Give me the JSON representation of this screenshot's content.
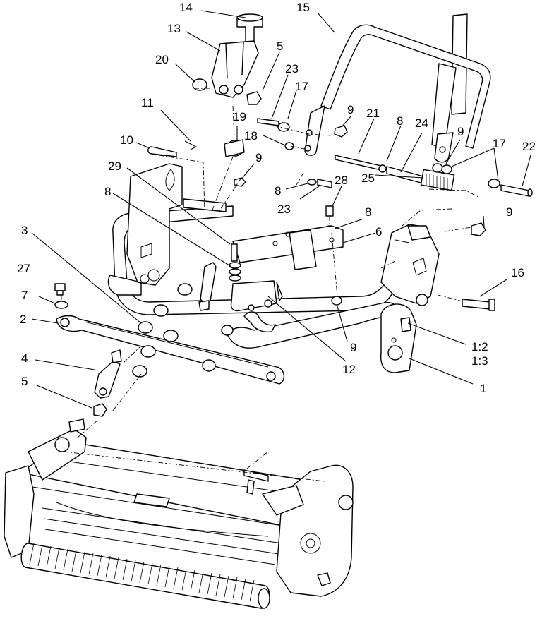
{
  "callouts": [
    {
      "id": "c14",
      "text": "14"
    },
    {
      "id": "c15",
      "text": "15"
    },
    {
      "id": "c13",
      "text": "13"
    },
    {
      "id": "c5a",
      "text": "5"
    },
    {
      "id": "c20",
      "text": "20"
    },
    {
      "id": "c23a",
      "text": "23"
    },
    {
      "id": "c17a",
      "text": "17"
    },
    {
      "id": "c9a",
      "text": "9"
    },
    {
      "id": "c21",
      "text": "21"
    },
    {
      "id": "c8a",
      "text": "8"
    },
    {
      "id": "c24",
      "text": "24"
    },
    {
      "id": "c9b",
      "text": "9"
    },
    {
      "id": "c11",
      "text": "11"
    },
    {
      "id": "c19",
      "text": "19"
    },
    {
      "id": "c18",
      "text": "18"
    },
    {
      "id": "c17b",
      "text": "17"
    },
    {
      "id": "c22",
      "text": "22"
    },
    {
      "id": "c10",
      "text": "10"
    },
    {
      "id": "c9c",
      "text": "9"
    },
    {
      "id": "c29",
      "text": "29"
    },
    {
      "id": "c8b",
      "text": "8"
    },
    {
      "id": "c8c",
      "text": "8"
    },
    {
      "id": "c23b",
      "text": "23"
    },
    {
      "id": "c28",
      "text": "28"
    },
    {
      "id": "c25",
      "text": "25"
    },
    {
      "id": "c8d",
      "text": "8"
    },
    {
      "id": "c9d",
      "text": "9"
    },
    {
      "id": "c3",
      "text": "3"
    },
    {
      "id": "c6",
      "text": "6"
    },
    {
      "id": "c27",
      "text": "27"
    },
    {
      "id": "c16",
      "text": "16"
    },
    {
      "id": "c7",
      "text": "7"
    },
    {
      "id": "c2",
      "text": "2"
    },
    {
      "id": "c9e",
      "text": "9"
    },
    {
      "id": "c12",
      "2": "",
      "text": "12"
    },
    {
      "id": "c12b",
      "text": "1:2"
    },
    {
      "id": "c13b",
      "text": "1:3"
    },
    {
      "id": "c4",
      "text": "4"
    },
    {
      "id": "c1",
      "text": "1"
    },
    {
      "id": "c5b",
      "text": "5"
    }
  ]
}
